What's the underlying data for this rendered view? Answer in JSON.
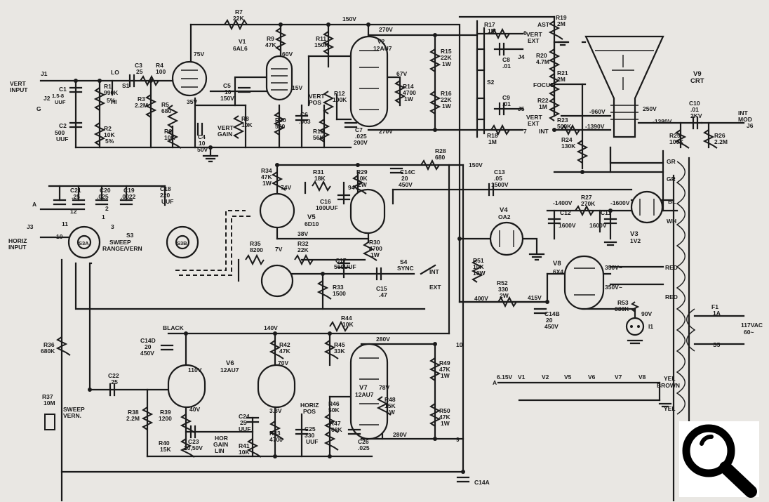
{
  "top": {
    "r7": "R7",
    "r7v": "22K",
    "b150": "150V",
    "b270": "270V",
    "v1": "V1",
    "v1t": "6AL6",
    "r9": "R9",
    "r9v": "47K",
    "r11": "R11",
    "r11v": "150K",
    "v75": "75V",
    "v60": "60V",
    "r17": "R17",
    "r17v": "1M",
    "ast": "AST",
    "r19": "R19",
    "r19v": "2M",
    "v2": "V2",
    "v2t": "12AU7"
  },
  "inputs": {
    "j1": "J1",
    "vert_input": [
      "VERT",
      "INPUT"
    ],
    "j2": "J2",
    "g": "G",
    "c1": "C1",
    "c1v": [
      "1.5-8",
      "UUF"
    ],
    "r1": "R1",
    "r1v": [
      "990K",
      "5%"
    ],
    "c2": "C2",
    "c2v": [
      "500",
      "UUF"
    ],
    "r2": "R2",
    "r2v": [
      "10K",
      "5%"
    ],
    "lo": "LO",
    "hi": "HI",
    "s1": "S1",
    "c3": "C3",
    "c3v": "25",
    "r4": "R4",
    "r4v": "100",
    "r3": "R3",
    "r3v": "2.2M",
    "r5": "R5",
    "r5v": "680",
    "r6": "R6",
    "r6v": "10K",
    "v35": "35V",
    "c4": "C4",
    "c4v": [
      "10",
      "50V"
    ],
    "c5": "C5",
    "c5v": [
      "10",
      "150V"
    ],
    "r8": "R8",
    "r8v": "10K",
    "vert_gain": [
      "VERT",
      "GAIN"
    ],
    "r10": "R10",
    "r10v": "560",
    "c6": "C6",
    "c6v": ".003",
    "vert_pos": [
      "VERT",
      "POS"
    ],
    "r12": "R12",
    "r12v": "100K",
    "r13": "R13",
    "r13v": "56K",
    "c7": "C7",
    "c7v": [
      ".025",
      "200V"
    ],
    "v15": "15V",
    "v67": "67V",
    "v270b": "270V",
    "r14": "R14",
    "r14v": [
      "4700",
      "1W"
    ],
    "r15": "R15",
    "r15v": [
      "22K",
      "1W"
    ],
    "r16": "R16",
    "r16v": [
      "22K",
      "1W"
    ],
    "vert_ext_a": [
      "VERT",
      "EXT"
    ],
    "vert_ext_b": [
      "VERT",
      "EXT"
    ],
    "c8": "C8",
    "c8v": ".01",
    "c9": "C9",
    "c9v": ".01",
    "j4": "J4",
    "j5": "J5",
    "s2": "S2",
    "r18": "R18",
    "r18v": "1M",
    "n6": "6",
    "n7": "7",
    "focus": "FOCUS",
    "int": "INT",
    "r20": "R20",
    "r20v": "4.7M",
    "r21": "R21",
    "r21v": "2M",
    "r22": "R22",
    "r22v": "1M",
    "r23": "R23",
    "r23v": "500K",
    "r24": "R24",
    "r24v": "130K",
    "v960": "-960V",
    "v1390": "-1390V",
    "v250": "250V",
    "v1380": "-1380V",
    "v9": "V9",
    "crt": "CRT",
    "c10": "C10",
    "c10v": [
      ".01",
      "2KV"
    ],
    "r25": "R25",
    "r25v": "100K",
    "r26": "R26",
    "r26v": "2.2M",
    "int_mod": [
      "INT",
      "MOD"
    ],
    "j6": "J6"
  },
  "sweep": {
    "c21": "C21",
    "c21v": ".25",
    "c20": "C20",
    "c20v": ".025",
    "c19": "C19",
    "c19v": ".0022",
    "c18": "C18",
    "c18v": [
      "220",
      "UUF"
    ],
    "s3": "S3",
    "sweep_range": [
      "SWEEP",
      "RANGE/VERN"
    ],
    "s3a": "S3A",
    "s3b": "S3B",
    "a": "A",
    "j3": "J3",
    "horiz_input": [
      "HORIZ",
      "INPUT"
    ],
    "n1": "1",
    "n2": "2",
    "n3": "3",
    "n10": "10",
    "n11": "11",
    "n12": "12",
    "r34": "R34",
    "r34v": [
      "47K",
      "1W"
    ],
    "v74": "74V",
    "r31": "R31",
    "r31v": "18K",
    "c16": "C16",
    "c16v": "100UUF",
    "v5": "V5",
    "v5t": "6D10",
    "v38": "38V",
    "r29": "R29",
    "r29v": [
      "10K",
      "2W"
    ],
    "v94": "94V",
    "c14c": "C14C",
    "c14cv": [
      "20",
      "450V"
    ],
    "r28": "R28",
    "r28v": "680",
    "b150b": "150V",
    "c13": "C13",
    "c13v": [
      ".05",
      "1500V"
    ],
    "r35": "R35",
    "r35v": "8200",
    "v7": "7V",
    "r32": "R32",
    "r32v": "22K",
    "c17": "C17",
    "c17v": "560UUF",
    "r30": "R30",
    "r30v": [
      "4700",
      "1W"
    ],
    "r33": "R33",
    "r33v": "1500",
    "c15": "C15",
    "c15v": ".47",
    "s4": "S4",
    "sync": "SYNC",
    "int": "INT",
    "ext": "EXT"
  },
  "power": {
    "v4": "V4",
    "v4t": "OA2",
    "r51": "R51",
    "r51v": [
      "10K",
      "10W"
    ],
    "r52": "R52",
    "r52v": [
      "330",
      "2W"
    ],
    "v400": "400V",
    "v415": "415V",
    "c14b": "C14B",
    "c14bv": [
      "20",
      "450V"
    ],
    "c12": "C12",
    "c12v": "1600V",
    "c11": "C11",
    "c11v": "1600V",
    "r27": "R27",
    "r27v": "270K",
    "v1400": "-1400V",
    "v1600": "-1600V",
    "v3": "V3",
    "v3t": "1V2",
    "v8": "V8",
    "v8t": "6X4",
    "ac350a": "350V~",
    "ac350b": "350V~",
    "r53": "R53",
    "r53v": "330K",
    "v90": "90V",
    "i1": "I1",
    "gr": "GR",
    "bl": "BL",
    "wh": "WH",
    "red": "RED",
    "yel": "YEL",
    "brown": "BROWN",
    "yel2": "YEL",
    "f1": "F1",
    "f1v": "1A",
    "s5": "S5",
    "ac117": [
      "117VAC",
      "60~"
    ],
    "heater_v": "6.15V",
    "heater_a": "A",
    "tubes": [
      "V1",
      "V2",
      "V5",
      "V6",
      "V7",
      "V8"
    ]
  },
  "horiz": {
    "black": "BLACK",
    "v140": "140V",
    "v110": "110V",
    "v70": "70V",
    "v40": "40V",
    "v38": "3.8V",
    "v280": "280V",
    "v280b": "280V",
    "v78": "78V",
    "c14d": "C14D",
    "c14dv": [
      "20",
      "450V"
    ],
    "r42": "R42",
    "r42v": "47K",
    "v6": "V6",
    "v6t": "12AU7",
    "r44": "R44",
    "r44v": "10K",
    "r45": "R45",
    "r45v": "33K",
    "v7": "V7",
    "v7t": "12AU7",
    "r49": "R49",
    "r49v": [
      "47K",
      "1W"
    ],
    "r50": "R50",
    "r50v": [
      "47K",
      "1W"
    ],
    "r36": "R36",
    "r36v": "680K",
    "c22": "C22",
    "c22v": ".25",
    "r37": "R37",
    "r37v": "10M",
    "sweep_vern": [
      "SWEEP",
      "VERN."
    ],
    "r38": "R38",
    "r38v": "2.2M",
    "r39": "R39",
    "r39v": "1200",
    "r40": "R40",
    "r40v": "15K",
    "c23": "C23",
    "c23v": "20,50V",
    "c24": "C24",
    "c24v": [
      "25",
      "UUF"
    ],
    "hor_gain": [
      "HOR",
      "GAIN",
      "LIN"
    ],
    "r41": "R41",
    "r41v": "10K",
    "r43": "R43",
    "r43v": "4700",
    "c25": "C25",
    "c25v": [
      "330",
      "UUF"
    ],
    "horiz_pos": [
      "HORIZ",
      "POS"
    ],
    "r46": "R46",
    "r46v": "50K",
    "r47": "R47",
    "r47v": "68K",
    "r48": "R48",
    "r48v": [
      "15K",
      "1W"
    ],
    "c26": "C26",
    "c26v": ".025",
    "n9": "9",
    "n10": "10",
    "c14a": "C14A"
  },
  "zoom_icon": "magnifier-icon"
}
